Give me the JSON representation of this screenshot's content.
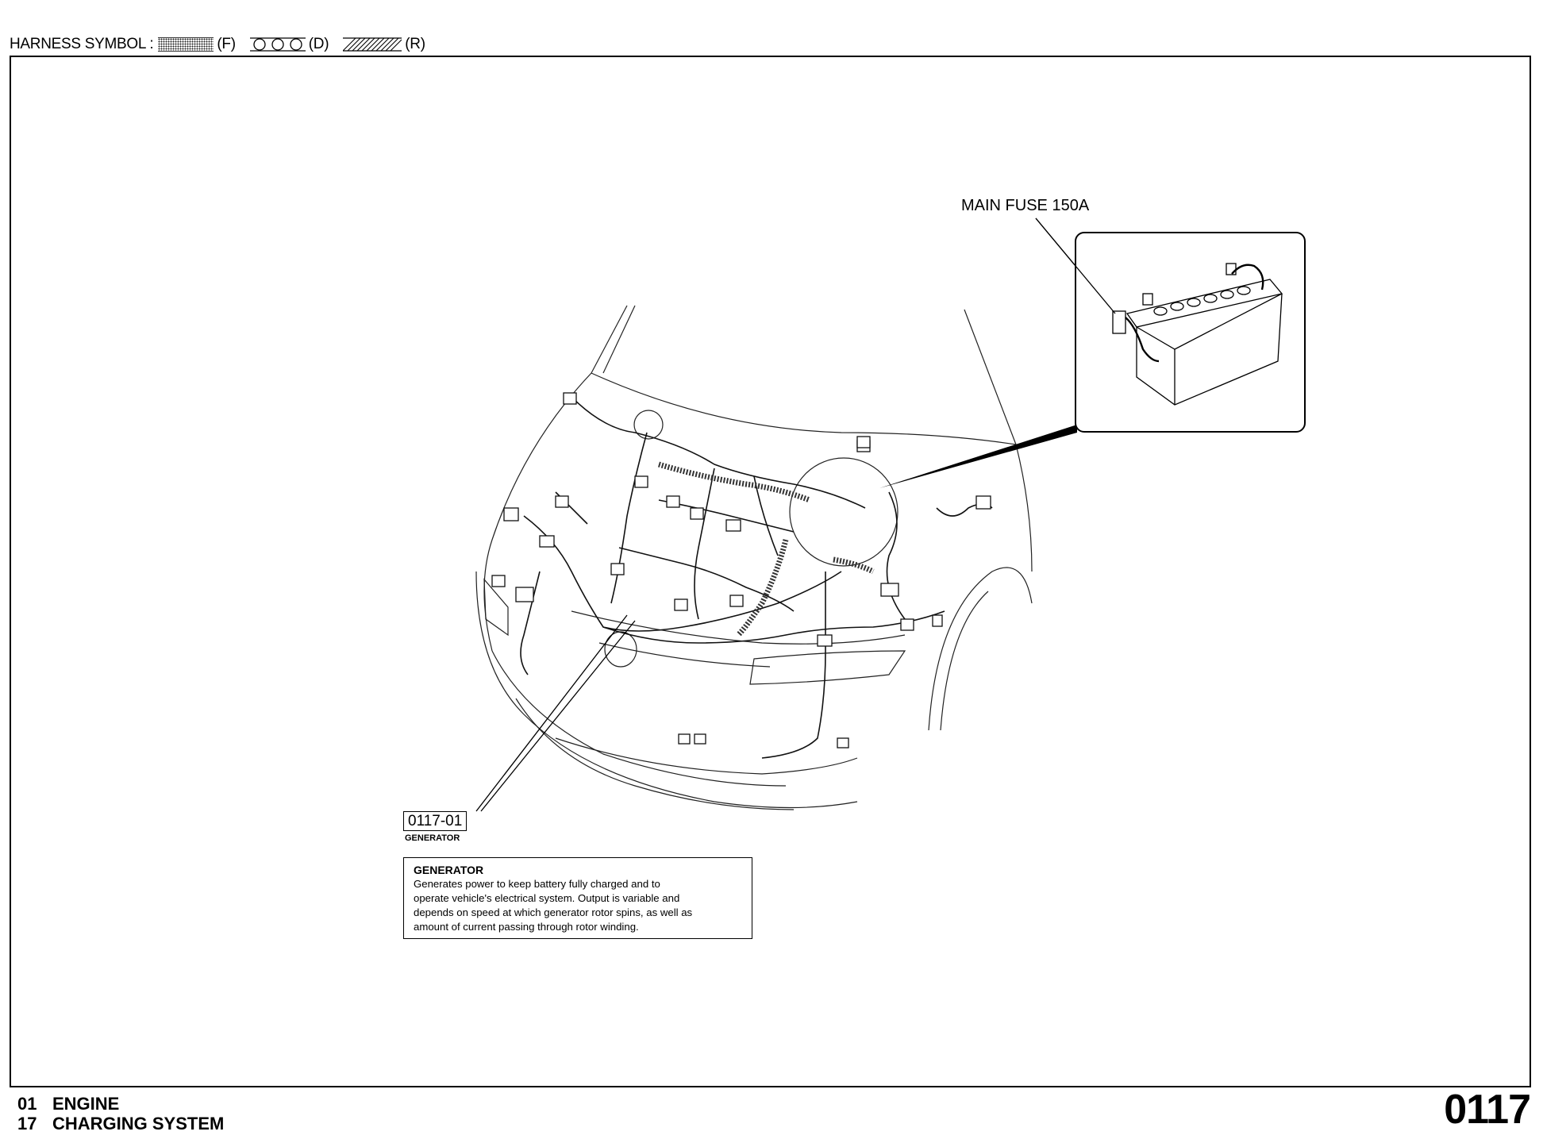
{
  "legend": {
    "prefix": "HARNESS SYMBOL :",
    "items": [
      {
        "code": "(F)",
        "pattern": "dotted"
      },
      {
        "code": "(D)",
        "pattern": "circles"
      },
      {
        "code": "(R)",
        "pattern": "hatched"
      }
    ]
  },
  "callout": {
    "label": "MAIN FUSE 150A",
    "icon": "battery-icon"
  },
  "connector": {
    "code": "0117-01",
    "name": "GENERATOR"
  },
  "description": {
    "title": "GENERATOR",
    "lines": [
      "Generates power to keep battery fully charged and to",
      "operate vehicle's electrical system. Output is variable and",
      "depends on speed at which generator rotor spins, as well as",
      "amount of current passing through rotor winding."
    ]
  },
  "footer": {
    "section_num": "01",
    "section_name": "ENGINE",
    "subsection_num": "17",
    "subsection_name": "CHARGING SYSTEM",
    "page_number": "0117"
  }
}
